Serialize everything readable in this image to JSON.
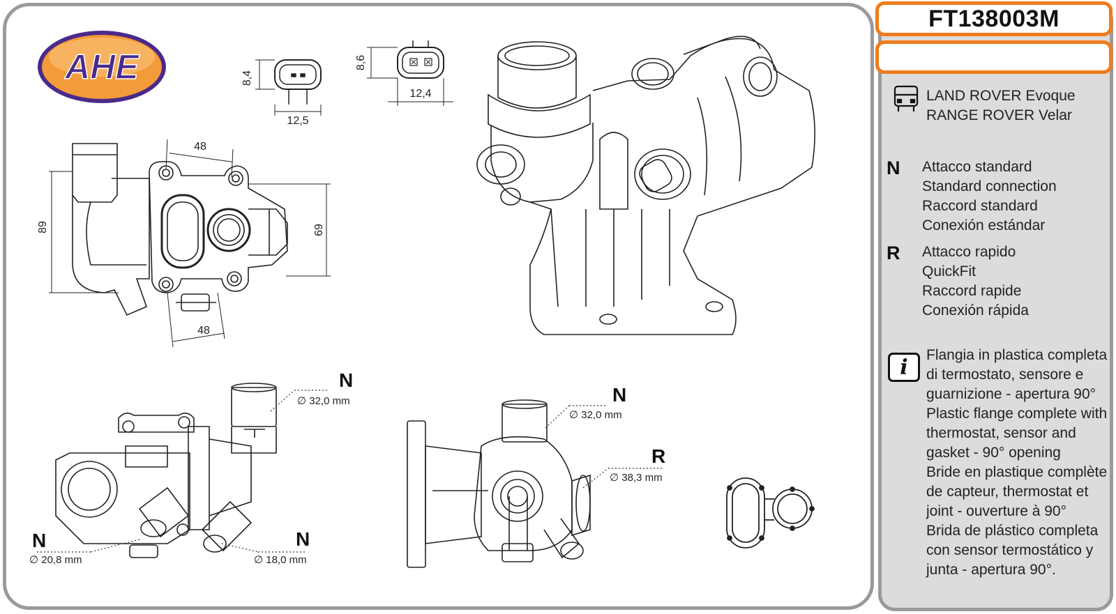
{
  "part_code": "FT138003M",
  "brand_logo": "AHE",
  "colors": {
    "accent_orange": "#f07c1c",
    "logo_purple": "#4a2a8a",
    "logo_orange": "#f39a3a",
    "panel_gray": "#dcdcdc"
  },
  "vehicle": {
    "icon": "car-front-icon",
    "lines": [
      "LAND ROVER    Evoque",
      "RANGE ROVER Velar"
    ]
  },
  "legend": [
    {
      "letter": "N",
      "lines": [
        "Attacco standard",
        "Standard connection",
        "Raccord standard",
        "Conexión estándar"
      ]
    },
    {
      "letter": "R",
      "lines": [
        "Attacco rapido",
        "QuickFit",
        "Raccord rapide",
        "Conexión rápida"
      ]
    }
  ],
  "info": {
    "icon": "info-icon",
    "glyph": "i",
    "lines": [
      "Flangia in plastica completa",
      "di termostato, sensore e",
      "guarnizione - apertura 90°",
      "Plastic flange complete with",
      "thermostat, sensor and",
      "gasket - 90° opening",
      "Bride en plastique complète",
      "de capteur, thermostat et",
      "joint  - ouverture à 90°",
      "Brida de plástico completa",
      "con sensor termostático y",
      "junta - apertura 90°."
    ]
  },
  "dimensions": {
    "connector_1": {
      "height": "8,4",
      "width": "12,5"
    },
    "connector_2": {
      "height": "8,6",
      "width": "12,4"
    },
    "flange": {
      "top": "48",
      "bottom": "48",
      "left": "89",
      "right": "69"
    }
  },
  "connections": {
    "view_1": [
      {
        "letter": "N",
        "spec": "∅ 32,0 mm"
      },
      {
        "letter": "N",
        "spec": "∅ 20,8 mm"
      },
      {
        "letter": "N",
        "spec": "∅ 18,0 mm"
      }
    ],
    "view_2": [
      {
        "letter": "N",
        "spec": "∅ 32,0 mm"
      },
      {
        "letter": "R",
        "spec": "∅ 38,3 mm"
      }
    ]
  }
}
